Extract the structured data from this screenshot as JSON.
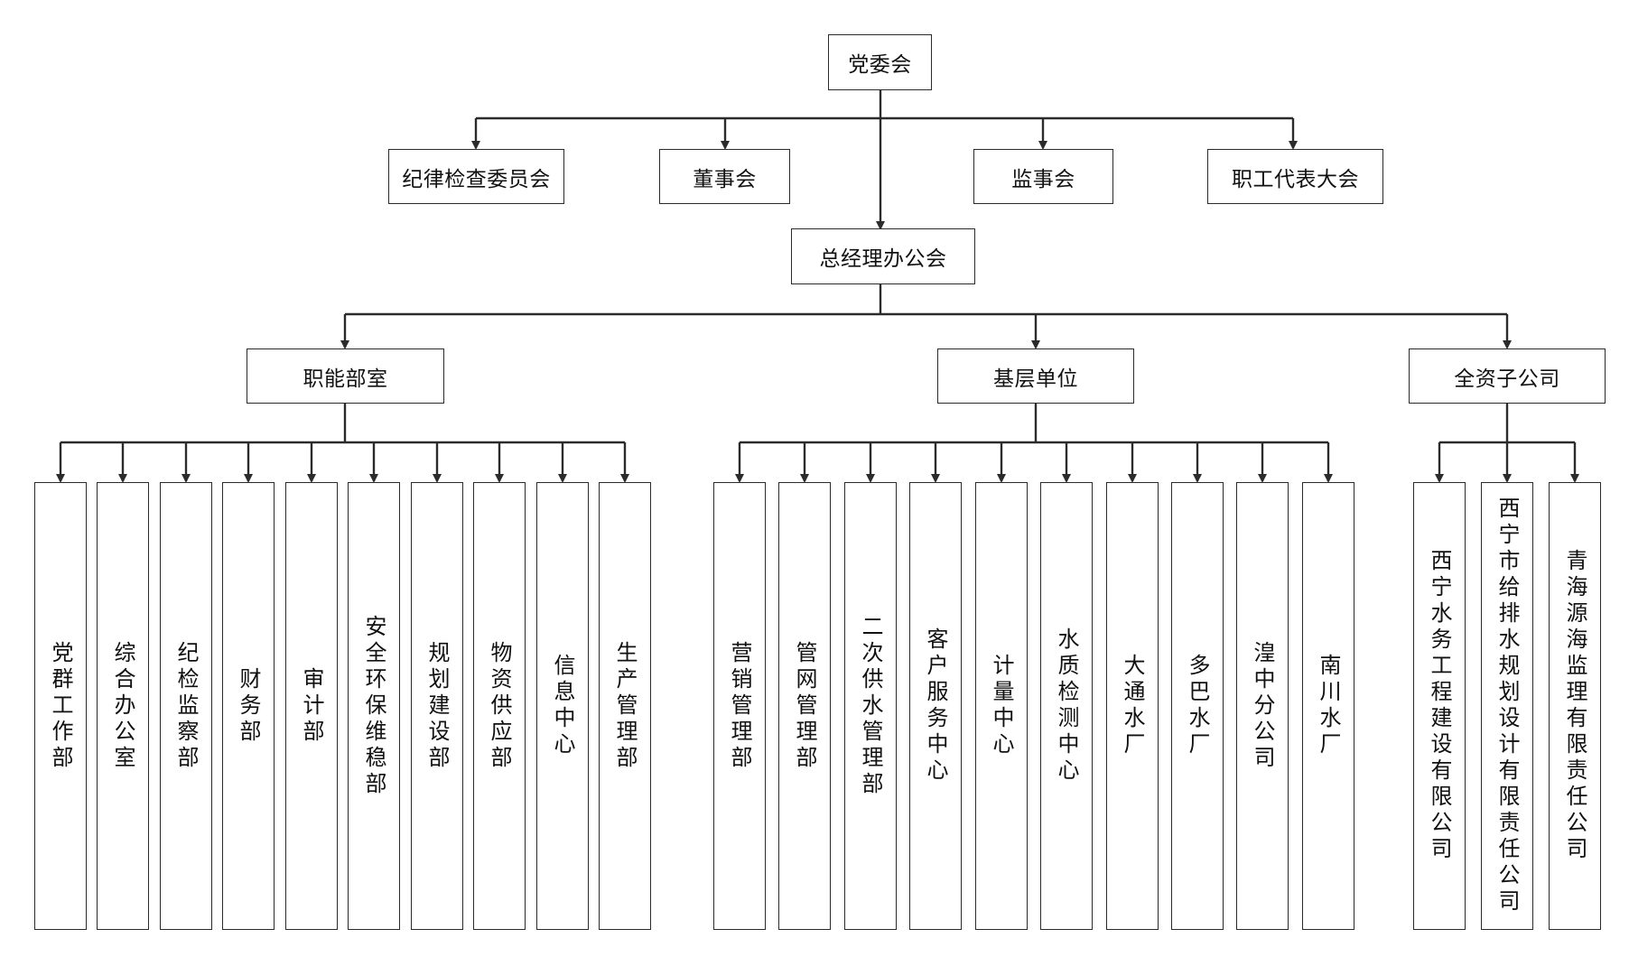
{
  "diagram": {
    "root": "党委会",
    "committees": [
      "纪律检查委员会",
      "董事会",
      "监事会",
      "职工代表大会"
    ],
    "management": "总经理办公会",
    "groups": [
      {
        "title": "职能部室",
        "units": [
          "党群工作部",
          "综合办公室",
          "纪检监察部",
          "财务部",
          "审计部",
          "安全环保维稳部",
          "规划建设部",
          "物资供应部",
          "信息中心",
          "生产管理部"
        ]
      },
      {
        "title": "基层单位",
        "units": [
          "营销管理部",
          "管网管理部",
          "二次供水管理部",
          "客户服务中心",
          "计量中心",
          "水质检测中心",
          "大通水厂",
          "多巴水厂",
          "湟中分公司",
          "南川水厂"
        ]
      },
      {
        "title": "全资子公司",
        "units": [
          "西宁水务工程建设有限公司",
          "西宁市给排水规划设计有限责任公司",
          "青海源海监理有限责任公司"
        ]
      }
    ]
  },
  "colors": {
    "line": "#2b2b2b",
    "box_border": "#2b2b2b",
    "background": "#ffffff"
  }
}
